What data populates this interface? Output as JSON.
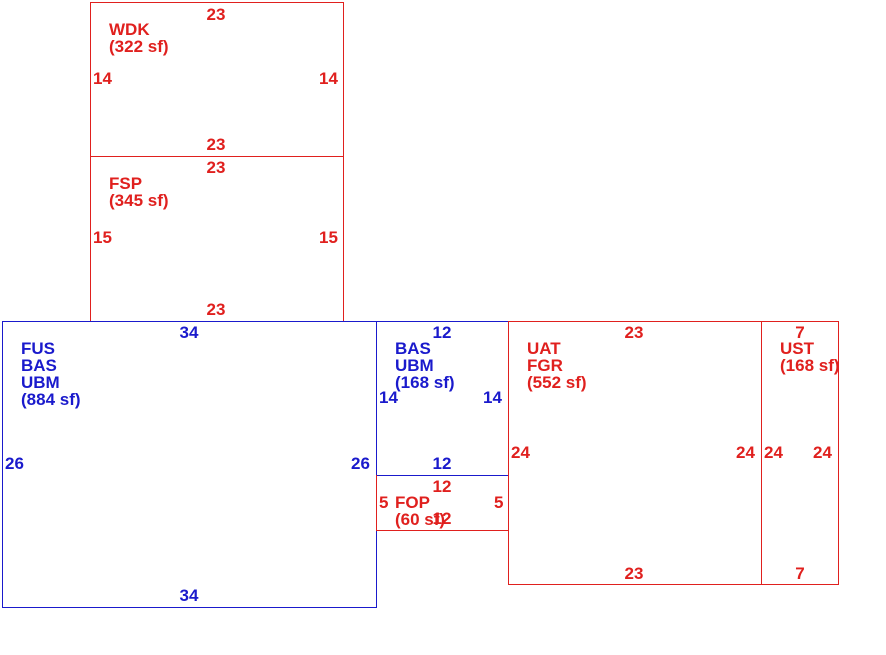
{
  "colors": {
    "dim_red": "#e0201e",
    "dim_blue": "#1a1acc",
    "background": "#ffffff"
  },
  "areas": {
    "wdk": {
      "codes": [
        "WDK"
      ],
      "size": "(322 sf)",
      "dims": {
        "top": "23",
        "bottom": "23",
        "left": "14",
        "right": "14"
      }
    },
    "fsp": {
      "codes": [
        "FSP"
      ],
      "size": "(345 sf)",
      "dims": {
        "top": "23",
        "bottom": "23",
        "left": "15",
        "right": "15"
      }
    },
    "main": {
      "codes": [
        "FUS",
        "BAS",
        "UBM"
      ],
      "size": "(884 sf)",
      "dims": {
        "top": "34",
        "bottom": "34",
        "left": "26",
        "right": "26"
      }
    },
    "bas_ubm": {
      "codes": [
        "BAS",
        "UBM"
      ],
      "size": "(168 sf)",
      "dims": {
        "top": "12",
        "bottom": "12",
        "left": "14",
        "right": "14"
      }
    },
    "fop": {
      "codes": [
        "FOP"
      ],
      "size": "(60 sf)",
      "dims": {
        "top": "12",
        "bottom": "12",
        "left": "5",
        "right": "5"
      }
    },
    "uat": {
      "codes": [
        "UAT",
        "FGR"
      ],
      "size": "(552 sf)",
      "dims": {
        "top": "23",
        "bottom": "23",
        "left": "24",
        "right": "24"
      }
    },
    "ust": {
      "codes": [
        "UST"
      ],
      "size": "(168 sf)",
      "dims": {
        "top": "7",
        "bottom": "7",
        "left": "24",
        "right": "24"
      }
    }
  }
}
